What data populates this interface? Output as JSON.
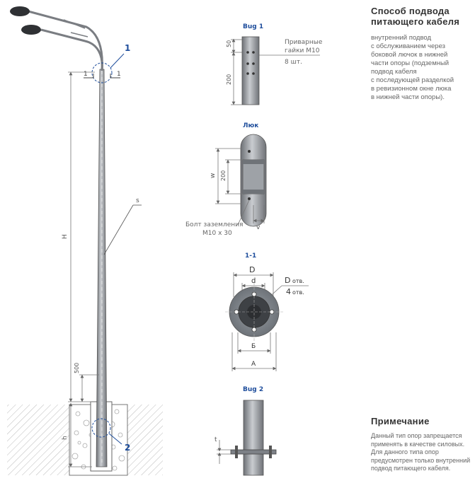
{
  "right": {
    "title": "Способ подвода\nпитающего кабеля",
    "text": "внутренний подвод\nс обслуживанием через\nбоковой лючок в нижней\nчасти опоры (подземный\nподвод кабеля\nс последующей разделкой\nв ревизионном окне люка\nв нижней части опоры).",
    "note_title": "Примечание",
    "note_text": "Данный тип опор запрещается\nприменять в качестве силовых.\nДля данного типа опор\nпредусмотрен только внутренний\nподвод питающего кабеля."
  },
  "pole": {
    "callout_1": "1",
    "callout_2": "2",
    "section_mark": "1",
    "label_H": "H",
    "label_s": "s",
    "label_h": "h",
    "dim_500": "500"
  },
  "bug1": {
    "title": "Bug 1",
    "dim_50": "50",
    "dim_200": "200",
    "note_line1": "Приварные",
    "note_line2": "гайки М10",
    "note_line3": "8 шт."
  },
  "hatch": {
    "title": "Люк",
    "label_w": "w",
    "dim_200": "200",
    "label_v": "v",
    "bolt_line1": "Болт заземления",
    "bolt_line2": "М10 x 30"
  },
  "section": {
    "title": "1-1",
    "label_D": "D",
    "label_d": "d",
    "holes_D": "D",
    "holes_D_suffix": "отв.",
    "holes_4": "4",
    "holes_4_suffix": "отв.",
    "label_B": "Б",
    "label_A": "А"
  },
  "bug2": {
    "title": "Bug 2",
    "label_t": "t"
  },
  "colors": {
    "line": "#555555",
    "dim": "#777777",
    "accent": "#1f4e9c",
    "pole": "#8c8f94"
  }
}
